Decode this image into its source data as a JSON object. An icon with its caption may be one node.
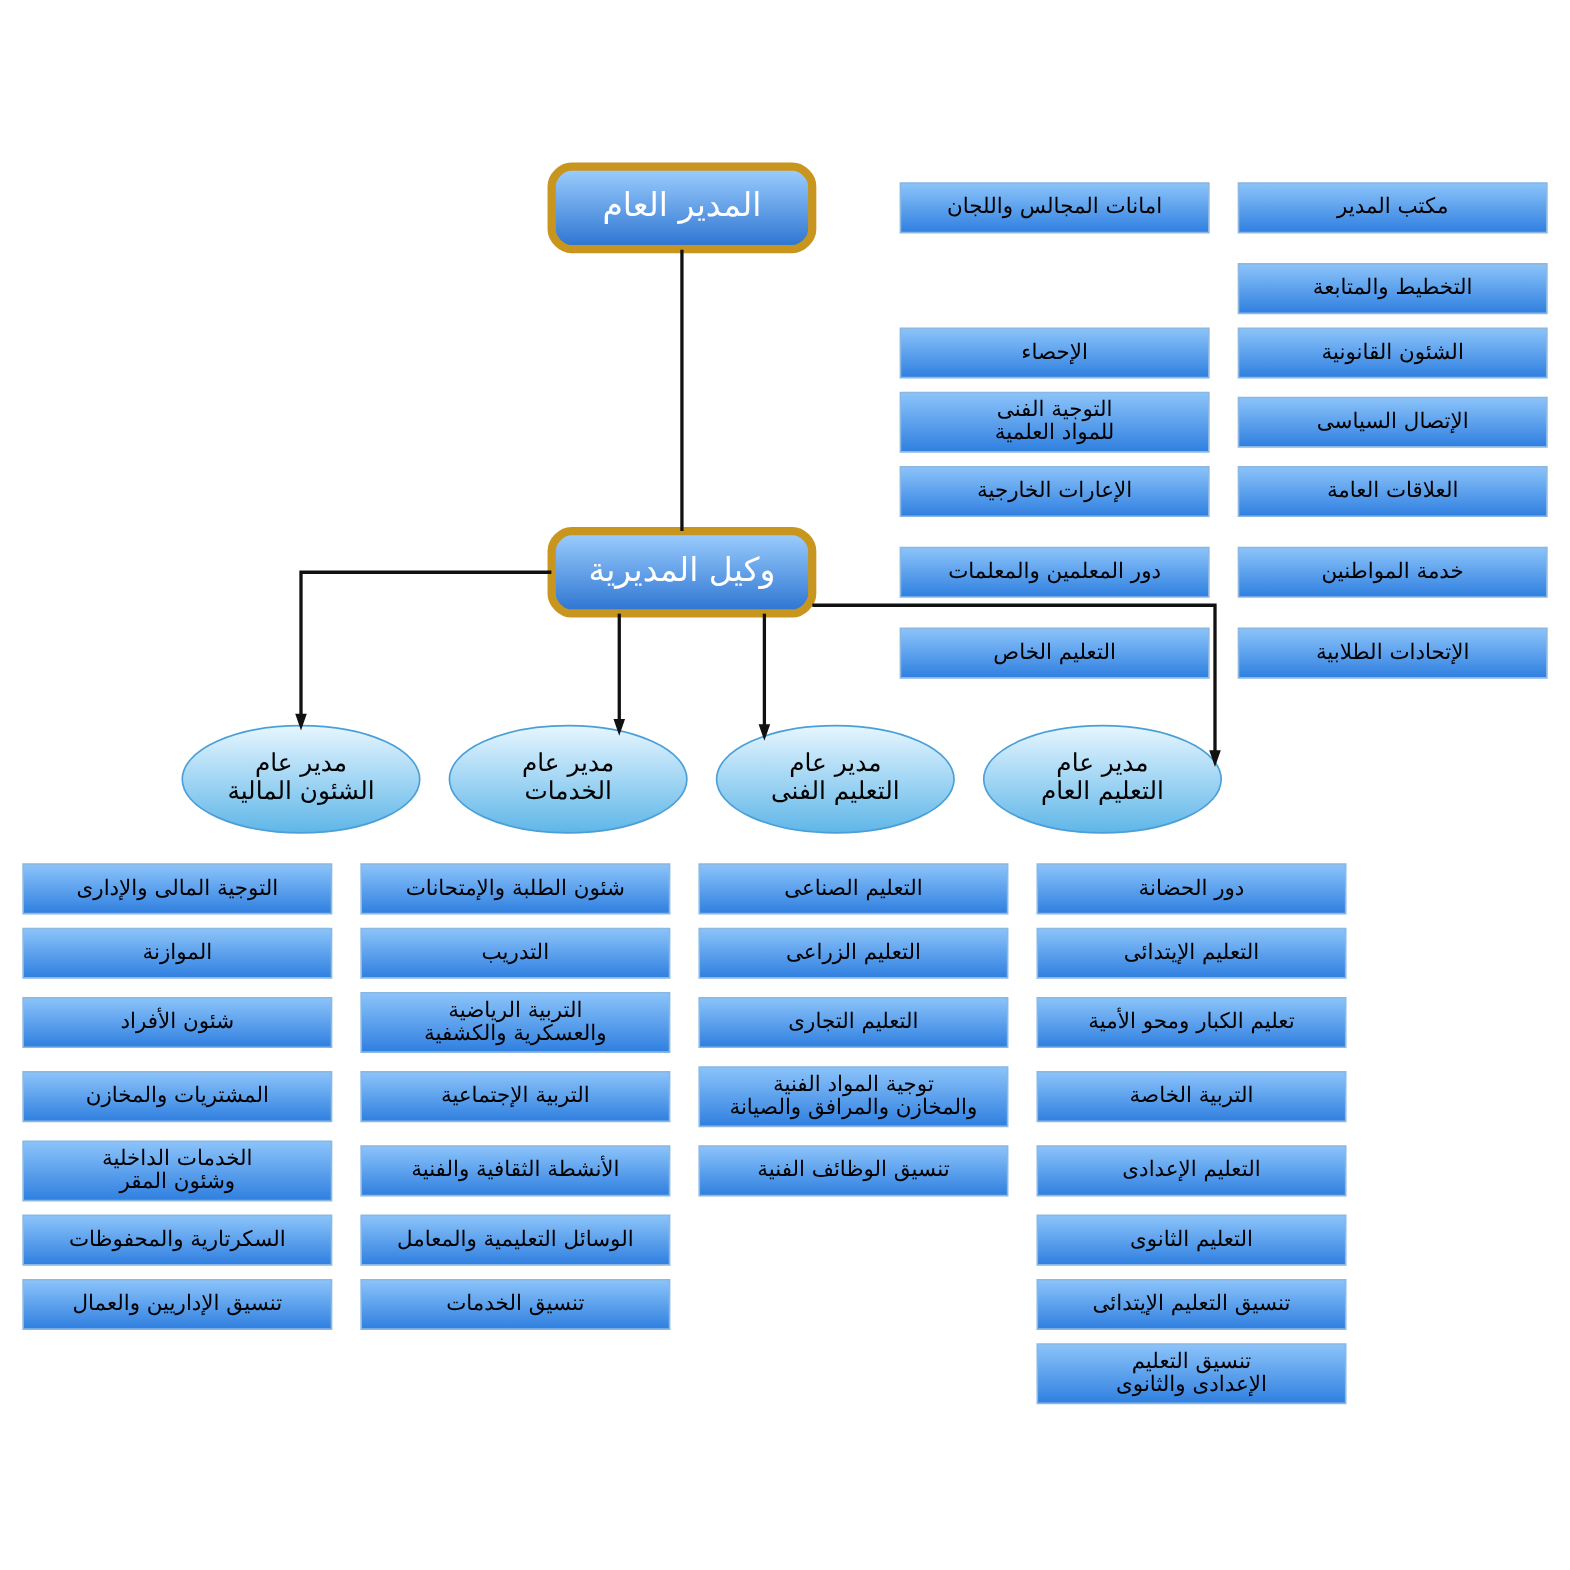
{
  "diagram": {
    "nodes": [
      {
        "text": [
          "المدير العام"
        ]
      },
      {
        "text": [
          "مكتب المدير"
        ]
      },
      {
        "text": [
          "التخطيط والمتابعة"
        ]
      },
      {
        "text": [
          "الشئون القانونية"
        ]
      },
      {
        "text": [
          "الإتصال السياسى"
        ]
      },
      {
        "text": [
          "العلاقات العامة"
        ]
      },
      {
        "text": [
          "خدمة المواطنين"
        ]
      },
      {
        "text": [
          "الإتحادات الطلابية"
        ]
      },
      {
        "text": [
          "امانات المجالس واللجان"
        ]
      },
      {
        "text": [
          "الإحصاء"
        ]
      },
      {
        "text": [
          "التوجية الفنى للمواد العلمية"
        ]
      },
      {
        "text": [
          "الإعارات الخارجية"
        ]
      },
      {
        "text": [
          "دور المعلمين والمعلمات"
        ]
      },
      {
        "text": [
          "التعليم الخاص"
        ]
      },
      {
        "text": [
          "وكيل المديرية"
        ]
      },
      {
        "text": [
          "مدير عام الشئون المالية"
        ]
      },
      {
        "text": [
          "التوجية المالى والإدارى"
        ]
      },
      {
        "text": [
          "الموازنة"
        ]
      },
      {
        "text": [
          "شئون الأفراد"
        ]
      },
      {
        "text": [
          "المشتريات والمخازن"
        ]
      },
      {
        "text": [
          "الخدمات الداخلية وشئون المقر"
        ]
      },
      {
        "text": [
          "السكرتارية والمحفوظات"
        ]
      },
      {
        "text": [
          "تنسيق الإداريين والعمال"
        ]
      },
      {
        "text": [
          "مدير عام الخدمات"
        ]
      },
      {
        "text": [
          "شئون الطلبة والإمتحانات"
        ]
      },
      {
        "text": [
          "التدريب"
        ]
      },
      {
        "text": [
          "التربية الرياضية والعسكرية والكشفية"
        ]
      },
      {
        "text": [
          "التربية الإجتماعية"
        ]
      },
      {
        "text": [
          "الأنشطة الثقافية والفنية"
        ]
      },
      {
        "text": [
          "الوسائل التعليمية والمعامل"
        ]
      },
      {
        "text": [
          "تنسيق الخدمات"
        ]
      },
      {
        "text": [
          "مدير عام التعليم الفنى"
        ]
      },
      {
        "text": [
          "التعليم الصناعى"
        ]
      },
      {
        "text": [
          "التعليم الزراعى"
        ]
      },
      {
        "text": [
          "التعليم التجارى"
        ]
      },
      {
        "text": [
          "توجية المواد الفنية والمخازن والمرافق والصيانة"
        ]
      },
      {
        "text": [
          "تنسيق الوظائف الفنية"
        ]
      },
      {
        "text": [
          "مدير عام التعليم العام"
        ]
      },
      {
        "text": [
          "دور الحضانة"
        ]
      },
      {
        "text": [
          "التعليم الإيتدائى"
        ]
      },
      {
        "text": [
          "تعليم الكبار ومحو الأمية"
        ]
      },
      {
        "text": [
          "التربية الخاصة"
        ]
      },
      {
        "text": [
          "التعليم الإعدادى"
        ]
      },
      {
        "text": [
          "التعليم الثانوى"
        ]
      },
      {
        "text": [
          "تنسيق التعليم الإيتدائى"
        ]
      },
      {
        "text": [
          "تنسيق التعليم الإعدادى والثانوى"
        ]
      }
    ],
    "edges": [
      {
        "from": 0,
        "to": 14,
        "arrow": "none"
      },
      {
        "from": 14,
        "to": 15,
        "arrow": "to"
      },
      {
        "from": 14,
        "to": 23,
        "arrow": "to"
      },
      {
        "from": 14,
        "to": 31,
        "arrow": "to"
      },
      {
        "from": 14,
        "to": 37,
        "arrow": "to"
      }
    ]
  }
}
